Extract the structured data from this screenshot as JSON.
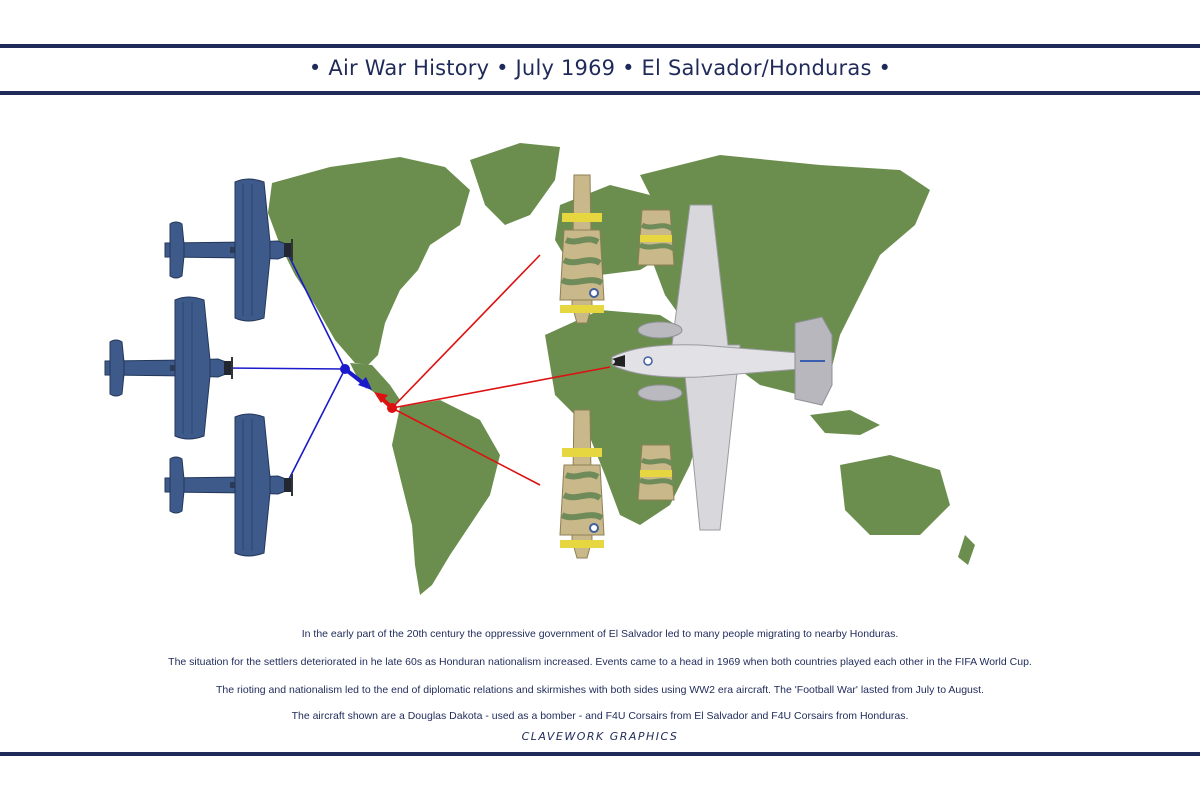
{
  "header": {
    "title": "• Air War History • July 1969 • El Salvador/Honduras •"
  },
  "colors": {
    "navy": "#1f2a5a",
    "land": "#6b8e4e",
    "el_salvador_arrow": "#1a1acc",
    "honduras_arrow": "#dd1111",
    "corsair_blue": "#3d5a8a",
    "dakota_grey": "#d8d8dc",
    "camo_tan": "#c9b889",
    "camo_green": "#6f8b5a",
    "identification_band": "#e6d640"
  },
  "icons": [
    "world-map-icon",
    "corsair-aircraft-icon",
    "dakota-aircraft-icon"
  ],
  "body": {
    "paragraphs": [
      "In the early part of the 20th century the oppressive government of El Salvador led to many people migrating to nearby Honduras.",
      "The situation for the settlers deteriorated in he late 60s as Honduran nationalism increased.  Events came to a head in 1969 when both countries played each other in the FIFA World Cup.",
      "The rioting and nationalism led to the end of diplomatic relations and skirmishes with both sides using WW2 era aircraft.  The 'Football War' lasted from July to August.",
      "The aircraft shown are a Douglas Dakota - used as a bomber - and F4U Corsairs from El Salvador and F4U Corsairs from Honduras."
    ]
  },
  "footer": {
    "brand": "CLAVEWORK GRAPHICS"
  }
}
